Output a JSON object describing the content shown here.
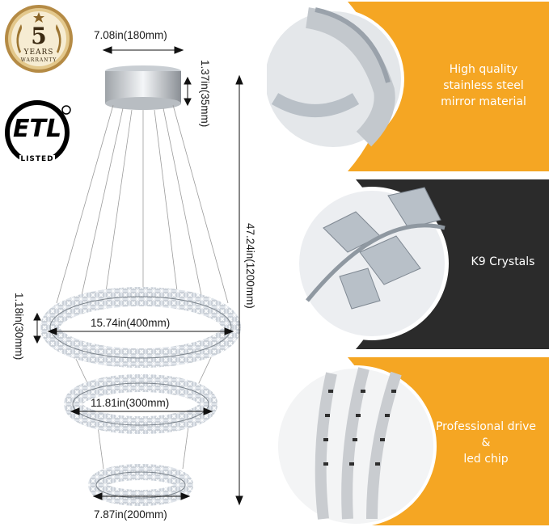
{
  "badge": {
    "number": "5",
    "years": "YEARS",
    "warranty": "WARRANTY"
  },
  "etl": {
    "mark": "ETL",
    "listed": "LISTED"
  },
  "dimensions": {
    "canopy_width": "7.08in(180mm)",
    "canopy_height": "1.37in(35mm)",
    "total_height": "47.24in(1200mm)",
    "ring_thickness": "1.18in(30mm)",
    "ring_large": "15.74in(400mm)",
    "ring_medium": "11.81in(300mm)",
    "ring_small": "7.87in(200mm)"
  },
  "features": [
    {
      "lines": [
        "High quality",
        "stainless steel",
        "mirror material"
      ]
    },
    {
      "lines": [
        "K9 Crystals"
      ]
    },
    {
      "lines": [
        "Professional drive",
        "&",
        "led chip"
      ]
    }
  ],
  "colors": {
    "orange": "#f5a623",
    "dark": "#2b2b2b",
    "badge_gold": "#c9a25a"
  }
}
